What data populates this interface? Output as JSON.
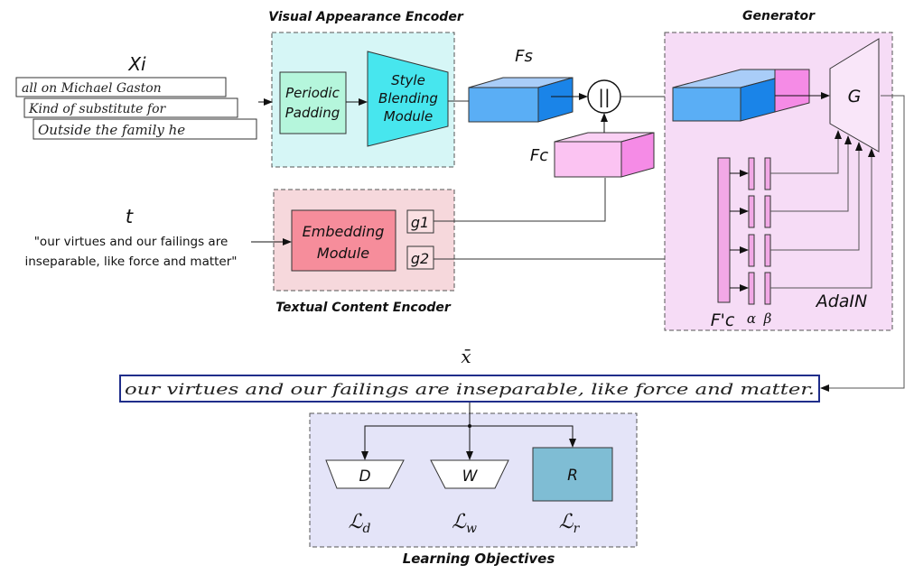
{
  "encoders": {
    "visual": {
      "title": "Visual Appearance Encoder",
      "periodic_padding": [
        "Periodic",
        "Padding"
      ],
      "style_blending": [
        "Style",
        "Blending",
        "Module"
      ]
    },
    "textual": {
      "title": "Textual Content Encoder",
      "embedding": [
        "Embedding",
        "Module"
      ],
      "g1": "g1",
      "g2": "g2"
    }
  },
  "inputs": {
    "xi_label": "Xi",
    "handwriting_samples": [
      "all on Michael Gaston",
      "Kind of substitute for",
      "Outside the family he"
    ],
    "t_label": "t",
    "text_lines": [
      "\"our virtues and our failings are",
      "inseparable, like force and matter\""
    ]
  },
  "features": {
    "fs": "Fs",
    "fc": "Fc",
    "concat": "||"
  },
  "generator": {
    "title": "Generator",
    "g": "G",
    "fpc": "F'c",
    "alpha": "α",
    "beta": "β",
    "adain": "AdaIN"
  },
  "output": {
    "label": "x̄",
    "text": "our virtues and our failings are inseparable, like force and matter."
  },
  "learning": {
    "title": "Learning Objectives",
    "d": "D",
    "w": "W",
    "r": "R",
    "ld": "d",
    "lw": "w",
    "lr": "r",
    "l": "ℒ"
  },
  "colors": {
    "visual_bg": "#d6f6f6",
    "textual_bg": "#f6d8dc",
    "generator_bg": "#f6dcf6",
    "learning_bg": "#e4e4f8",
    "blue": "#5aaef5",
    "pink": "#f7a8ee",
    "cyan": "#47e6ee",
    "mint": "#b5f6dc",
    "embed": "#f68d9b",
    "r_box": "#7fbdd4"
  }
}
